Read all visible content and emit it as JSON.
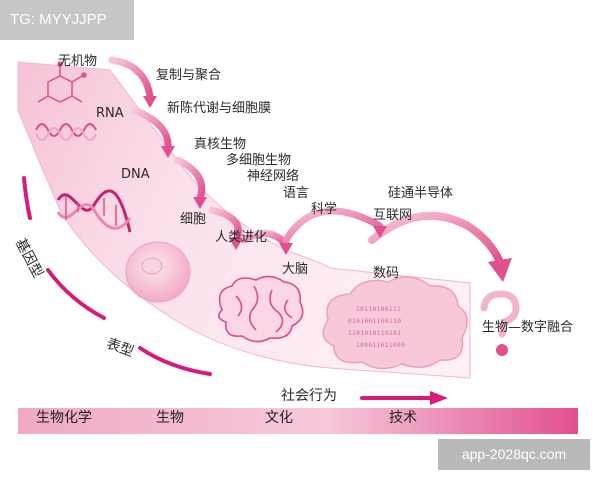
{
  "watermark": "TG: MYYJJPP",
  "url_badge": "app-2028qc.com",
  "stages": {
    "inorganic": "无机物",
    "replication": "复制与聚合",
    "rna": "RNA",
    "metabolism_membrane": "新陈代谢与细胞膜",
    "dna": "DNA",
    "eukaryote": "真核生物",
    "multicellular": "多细胞生物",
    "neural_network": "神经网络",
    "language": "语言",
    "science": "科学",
    "cell": "细胞",
    "human_evolution": "人类进化",
    "silicon": "硅通半导体",
    "internet": "互联网",
    "brain": "大脑",
    "digital": "数码",
    "fusion": "生物—数字融合"
  },
  "side_labels": {
    "genotype": "基因型",
    "phenotype": "表型",
    "social": "社会行为"
  },
  "binary_code": [
    "10110100111",
    "0101001100110",
    "1101010110101",
    "100011011000"
  ],
  "bottom_bar": [
    "生物化学",
    "生物",
    "文化",
    "技术"
  ],
  "colors": {
    "band_light": "#fbe3ee",
    "band_mid": "#f4b6cf",
    "accent": "#d81b7a",
    "arrow": "#e8609c"
  }
}
